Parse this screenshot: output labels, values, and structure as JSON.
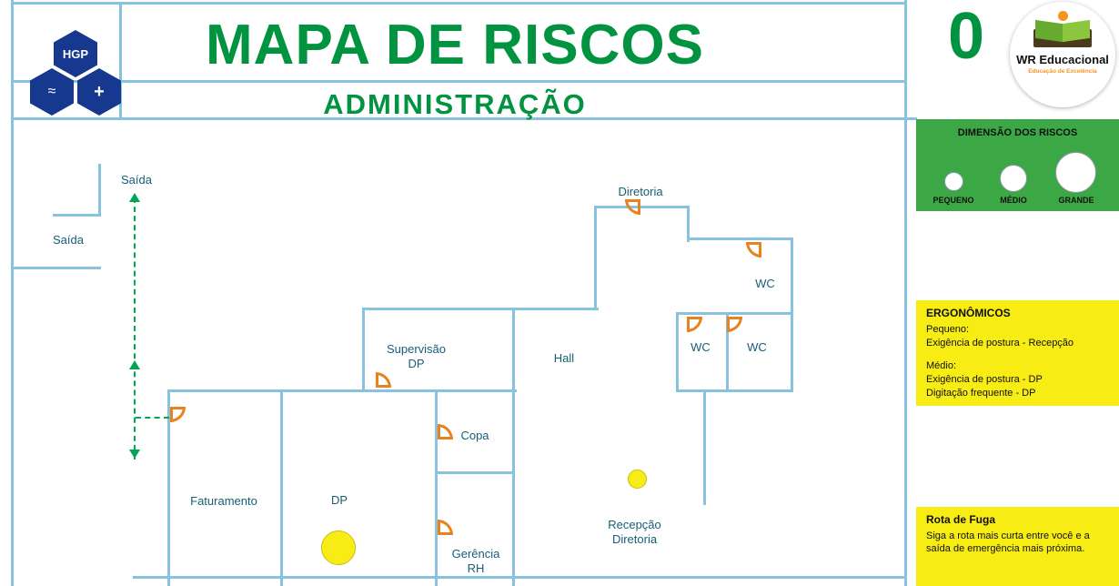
{
  "header": {
    "org_logo_text": "HGP",
    "title": "MAPA DE RISCOS",
    "subtitle": "ADMINISTRAÇÃO",
    "sheet_number": "0"
  },
  "brand": {
    "name": "WR Educacional",
    "tagline": "Educação de Excelência"
  },
  "plan": {
    "exit_top": "Saída",
    "exit_left": "Saída",
    "rooms": {
      "diretoria": "Diretoria",
      "wc_top": "WC",
      "wc_left": "WC",
      "wc_right": "WC",
      "supervisao_dp": "Supervisão\nDP",
      "hall": "Hall",
      "copa": "Copa",
      "faturamento": "Faturamento",
      "dp": "DP",
      "recepcao_diretoria": "Recepção\nDiretoria",
      "gerencia_rh": "Gerência\nRH"
    }
  },
  "legend_dimension": {
    "title": "DIMENSÃO DOS RISCOS",
    "small_label": "PEQUENO",
    "medium_label": "MÉDIO",
    "large_label": "GRANDE"
  },
  "legend_ergonomics": {
    "title": "ERGONÔMICOS",
    "small_heading": "Pequeno:",
    "small_item": "Exigência de postura - Recepção",
    "medium_heading": "Médio:",
    "medium_item_1": "Exigência de postura - DP",
    "medium_item_2": "Digitação frequente - DP"
  },
  "legend_escape": {
    "title": "Rota de Fuga",
    "text": "Siga a rota mais curta entre você e a saída de emergência mais próxima."
  },
  "colors": {
    "wall_blue": "#87C3DF",
    "title_green": "#019340",
    "label_teal": "#175E77",
    "panel_green": "#3CA845",
    "panel_yellow": "#F7EC13",
    "door_orange": "#E8821E",
    "risk_yellow": "#F7EC13",
    "route_green": "#00A651"
  }
}
